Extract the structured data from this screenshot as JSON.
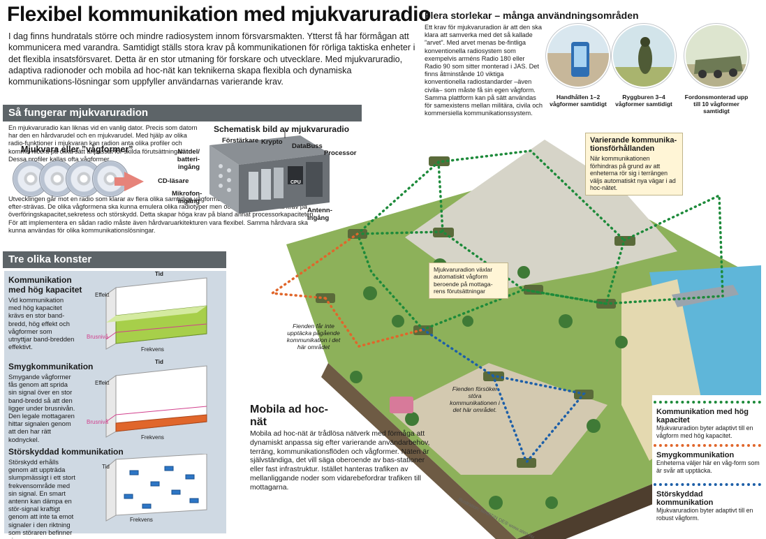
{
  "title": "Flexibel kommunikation med mjukvaruradio",
  "intro": "I dag finns hundratals större och mindre radiosystem innom försvarsmakten. Ytterst få har förmågan att kommunicera med varandra. Samtidigt ställs stora krav på kommunikationen för rörliga taktiska enheter i det flexibla insatsförsvaret. Detta är en stor utmaning för forskare och utvecklare. Med mjukvaruradio, adaptiva radionoder och mobila ad hoc-nät kan teknikerna skapa flexibla och dynamiska kommunikations-lösningar som uppfyller användarnas varierande krav.",
  "how": {
    "heading": "Så fungerar mjukvaruradion",
    "text1": "En mjukvaruradio kan liknas vid en vanlig dator. Precis som datorn har den en hårdvarudel och en mjukvarudel. Med hjälp av olika radio-funktioner i mjukvaran kan radion anta olika profiler och kommu-nicera på olika sätt anpassat för skilda förutsättningar. Dessa profiler kallas ofta vågformer.",
    "software_heading": "Mjukvara eller ”vågformer”",
    "text2": "Utvecklingen går mot en radio som klarar av flera olika samtidiga vågformer, det vill säga en flexibel radio efter-strävas. De olika vågformena ska kunna emulera olika radiotyper men också tillgodose olika krav på överföringskapacitet,sekretess och störskydd. Detta skapar höga krav på bland annat processorkapaciteten. För att implementera en sådan radio måste även hårdvaruarkitekturen vara flexibel. Samma hårdvara ska kunna användas för olika kommunikationslösningar.",
    "schematic_heading": "Schematisk bild av mjukvaruradio",
    "labels": {
      "forstarkare": "Förstärkare",
      "krypto": "Krypto",
      "databuss": "DataBuss",
      "processor": "Processor",
      "natdel": "Nätdel/ batteri-ingång",
      "cd": "CD-läsare",
      "mikrofon": "Mikrofon-ingång",
      "antenn": "Antenn-ingång",
      "cpu": "CPU"
    }
  },
  "konster": {
    "heading": "Tre olika konster",
    "sections": [
      {
        "title": "Kommunikation med hög kapacitet",
        "text": "Vid kommunikation med hög kapacitet krävs en stor band-bredd, hög effekt och vågformer som utnyttjar band-bredden effektivt."
      },
      {
        "title": "Smygkommunikation",
        "text": "Smygande vågformer fås genom att sprida sin signal över en stor band-bredd så att den ligger under brusnivån. Den legale mottagaren hittar signalen genom att den har rätt kodnyckel."
      },
      {
        "title": "Störskyddad kommunikation",
        "text": "Störskydd erhålls genom att uppträda slumpmässigt i ett stort frekvensområde med sin signal. En smart antenn kan dämpa en stör-signal kraftigt genom att inte ta emot signaler i den riktning som störaren befinner sig."
      }
    ],
    "axis": {
      "tid": "Tid",
      "effekt": "Effekt",
      "frekvens": "Frekvens",
      "brusniva": "Brusnivå"
    }
  },
  "flera": {
    "heading": "Flera storlekar – många användningsområden",
    "text": "Ett krav för mjukvaruradion är att den ska klara att samverka med det så kallade ”arvet”. Med arvet menas be-fintliga konventionella radiosystem som exempelvis arméns Radio 180 eller Radio 90 som sitter monterad i JAS. Det finns åtminstånde 10 viktiga konventionella radiostandarder –även civila– som måste få sin egen vågform. Samma plattform kan på sätt användas för samexistens mellan militära, civila och kommersiella kommunikationssystem.",
    "captions": [
      "Handhållen 1–2 vågformer samtidigt",
      "Ryggburen 3–4 vågformer samtidigt",
      "Fordonsmonterad upp till 10 vågformer samtidigt"
    ]
  },
  "terrain": {
    "var_heading": "Varierande kommunika-tionsförhållanden",
    "var_text": "När kommunikationen förhindras på grund av att enheterna rör sig i terrängen väljs automatiskt nya vägar i ad hoc-nätet.",
    "mjukv_note": "Mjukvaruradion växlar automatiskt vågform beroende på mottaga-rens förutsättningar",
    "fienden1": "Fienden får inte upptäcka pågående kommunikation i det här området",
    "fienden2": "Fienden försöker störa kommunikationen i det här området."
  },
  "mobila": {
    "heading": "Mobila ad hoc-nät",
    "text": "Mobila ad hoc-nät är trådlösa nätverk med förmåga att dynamiskt anpassa sig efter varierande användarbehov, terräng, kommunikationsflöden och vågformer. Näten är självständiga, det vill säga oberoende av bas-stationer eller fast infrastruktur. Istället hanteras trafiken av mellanliggande noder som vidarebefordrar trafiken till mottagarna."
  },
  "legend": [
    {
      "title": "Kommunikation med hög kapacitet",
      "text": "Mjukvaruradion byter adaptivt till en vågform med hög kapacitet.",
      "color": "#1d8a3a"
    },
    {
      "title": "Smygkommunikation",
      "text": "Enheterna väljer här en våg-form som är svår att upptäcka.",
      "color": "#e0662b"
    },
    {
      "title": "Störskyddad kommunikation",
      "text": "Mjukvaruradion byter adaptivt till en robust vågform.",
      "color": "#1d5fa8"
    }
  ],
  "credit": "Illustration: MARTIN DE® www.ateo.nu",
  "colors": {
    "green_link": "#1d8a3a",
    "orange_link": "#e0662b",
    "blue_link": "#1d5fa8",
    "panel_bg": "#cfd9e3",
    "bar_bg": "#5d6468"
  }
}
